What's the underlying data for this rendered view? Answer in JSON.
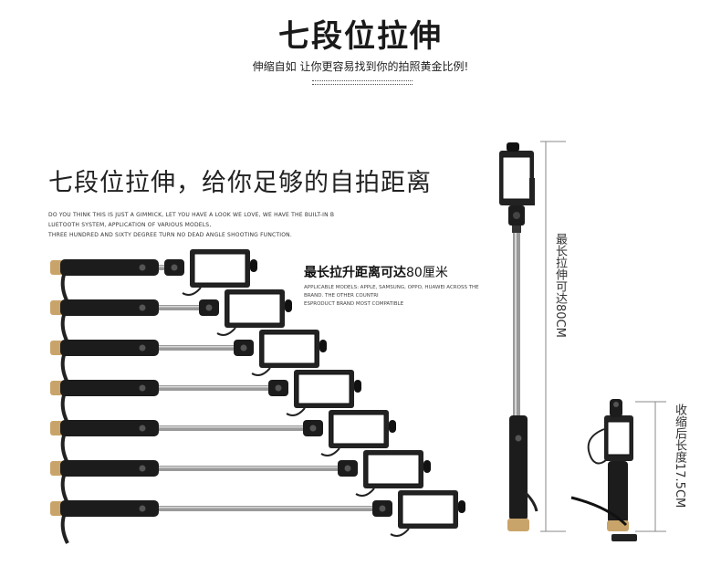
{
  "title": "七段位拉伸",
  "subtitle": "伸缩自如 让你更容易找到你的拍照黄金比例!",
  "headline": "七段位拉伸，给你足够的自拍距离",
  "english_text": [
    "DO YOU THINK THIS IS JUST A GIMMICK, LET YOU HAVE A LOOK WE LOVE, WE HAVE THE BUILT-IN B",
    "LUETOOTH SYSTEM, APPLICATION OF VARIOUS MODELS,",
    "THREE HUNDRED AND SIXTY DEGREE TURN NO DEAD ANGLE SHOOTING FUNCTION."
  ],
  "callout": {
    "bold": "最长拉升距离可达",
    "light": "80厘米",
    "english": [
      "APPLICABLE MODELS: APPLE, SAMSUNG, OPPO, HUAWEI ACROSS THE",
      "BRAND. THE OTHER COUNTRI",
      "ESPRODUCT BRAND MOST COMPATIBLE"
    ]
  },
  "dimension_extended": "最长拉伸可达80CM",
  "dimension_collapsed": "收缩后长度17.5CM",
  "extension_stages": [
    1,
    2,
    3,
    4,
    5,
    6,
    7
  ],
  "colors": {
    "handle": "#1c1c1c",
    "gold_cap": "#c9a46a",
    "pole": "#9a9a9a",
    "text": "#222222"
  }
}
